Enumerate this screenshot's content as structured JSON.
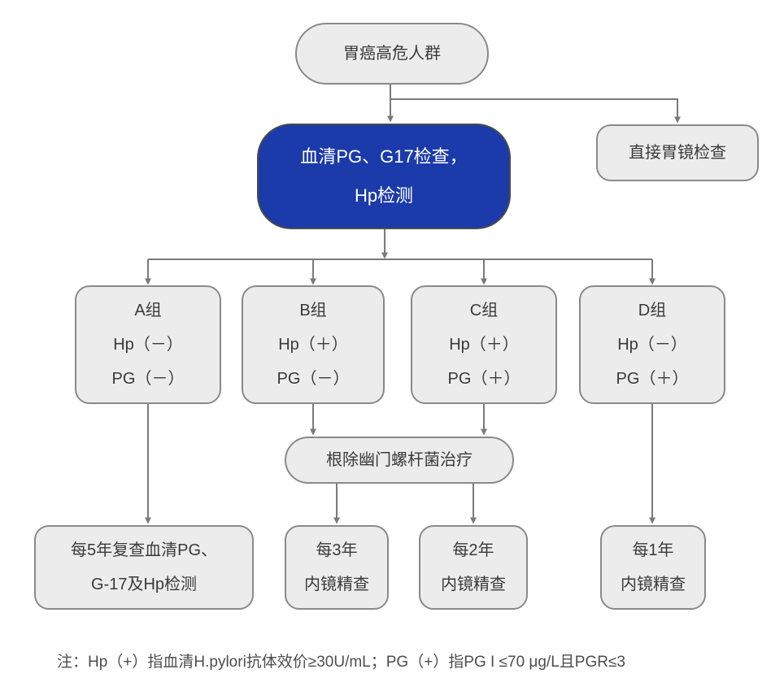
{
  "colors": {
    "page_bg": "#ffffff",
    "node_fill": "#ececec",
    "node_border": "#8a8a8a",
    "highlight_fill": "#1b3baa",
    "highlight_border": "#4a4a4a",
    "highlight_text": "#ffffff",
    "connector": "#7a7a7a",
    "text": "#3a3a3a",
    "note_text": "#4d4d4d"
  },
  "flowchart": {
    "start": {
      "label": "胃癌高危人群"
    },
    "serum_test": {
      "line1": "血清PG、G17检查，",
      "line2": "Hp检测"
    },
    "direct_gastroscopy": {
      "label": "直接胃镜检查"
    },
    "groups": [
      {
        "title": "A组",
        "hp": "Hp（－）",
        "pg": "PG（－）"
      },
      {
        "title": "B组",
        "hp": "Hp（＋）",
        "pg": "PG（－）"
      },
      {
        "title": "C组",
        "hp": "Hp（＋）",
        "pg": "PG（＋）"
      },
      {
        "title": "D组",
        "hp": "Hp（－）",
        "pg": "PG（＋）"
      }
    ],
    "eradication": {
      "label": "根除幽门螺杆菌治疗"
    },
    "followups": [
      {
        "line1": "每5年复查血清PG、",
        "line2": "G-17及Hp检测"
      },
      {
        "line1": "每3年",
        "line2": "内镜精查"
      },
      {
        "line1": "每2年",
        "line2": "内镜精查"
      },
      {
        "line1": "每1年",
        "line2": "内镜精查"
      }
    ],
    "note": "注：Hp（+）指血清H.pylori抗体效价≥30U/mL；PG（+）指PG I ≤70 μg/L且PGR≤3"
  }
}
